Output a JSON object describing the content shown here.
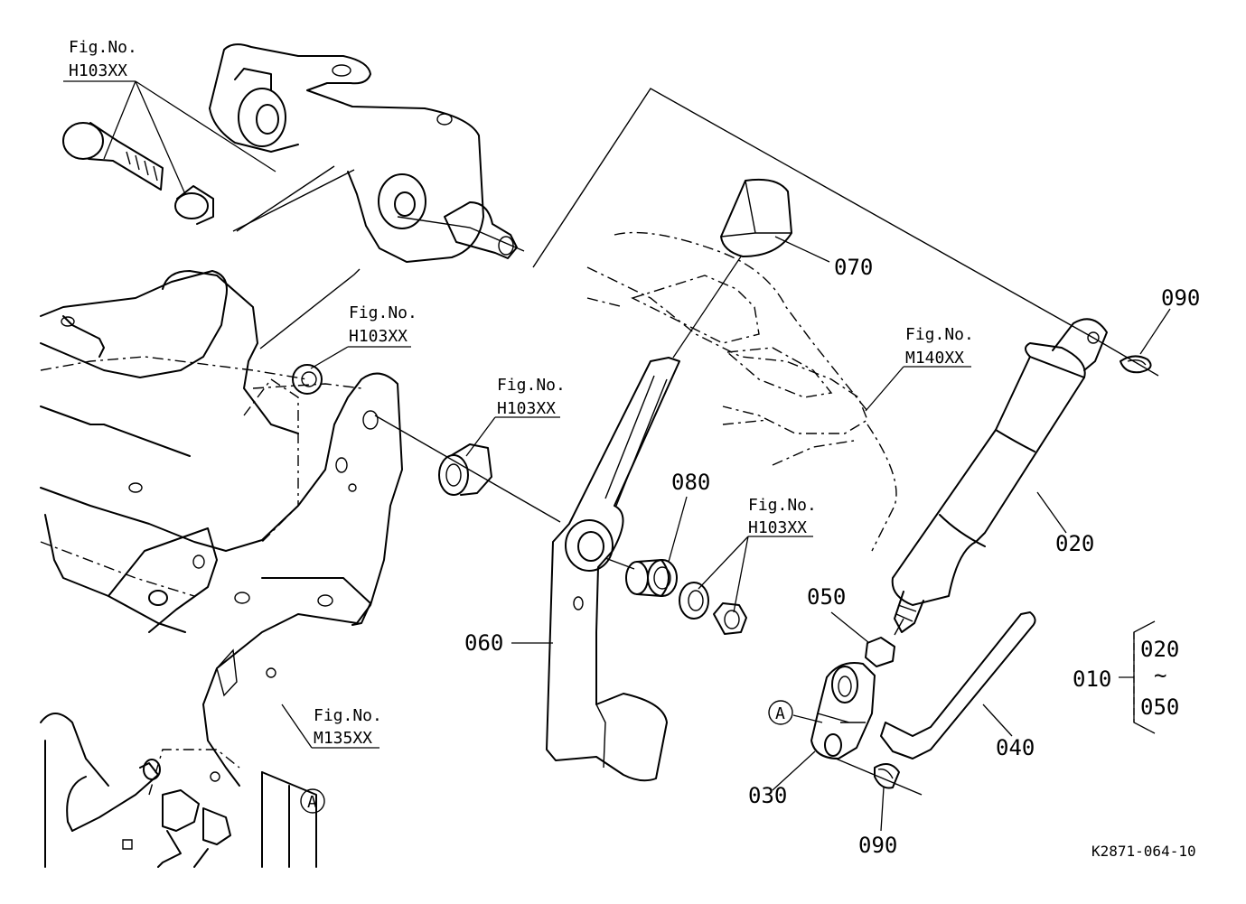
{
  "parts": {
    "p010": "010",
    "p020": "020",
    "p030": "030",
    "p040": "040",
    "p050": "050",
    "p060": "060",
    "p070": "070",
    "p080": "080",
    "p090a": "090",
    "p090b": "090"
  },
  "assembly": {
    "top": "020",
    "tilde": "~",
    "bottom": "050"
  },
  "refs": {
    "fig_label": "Fig.No.",
    "r1": "H103XX",
    "r2": "H103XX",
    "r3": "H103XX",
    "r4": "H103XX",
    "r5": "M140XX",
    "r6": "M135XX"
  },
  "markers": {
    "a1": "A",
    "a2": "A"
  },
  "drawing_code": "K2871-064-10"
}
